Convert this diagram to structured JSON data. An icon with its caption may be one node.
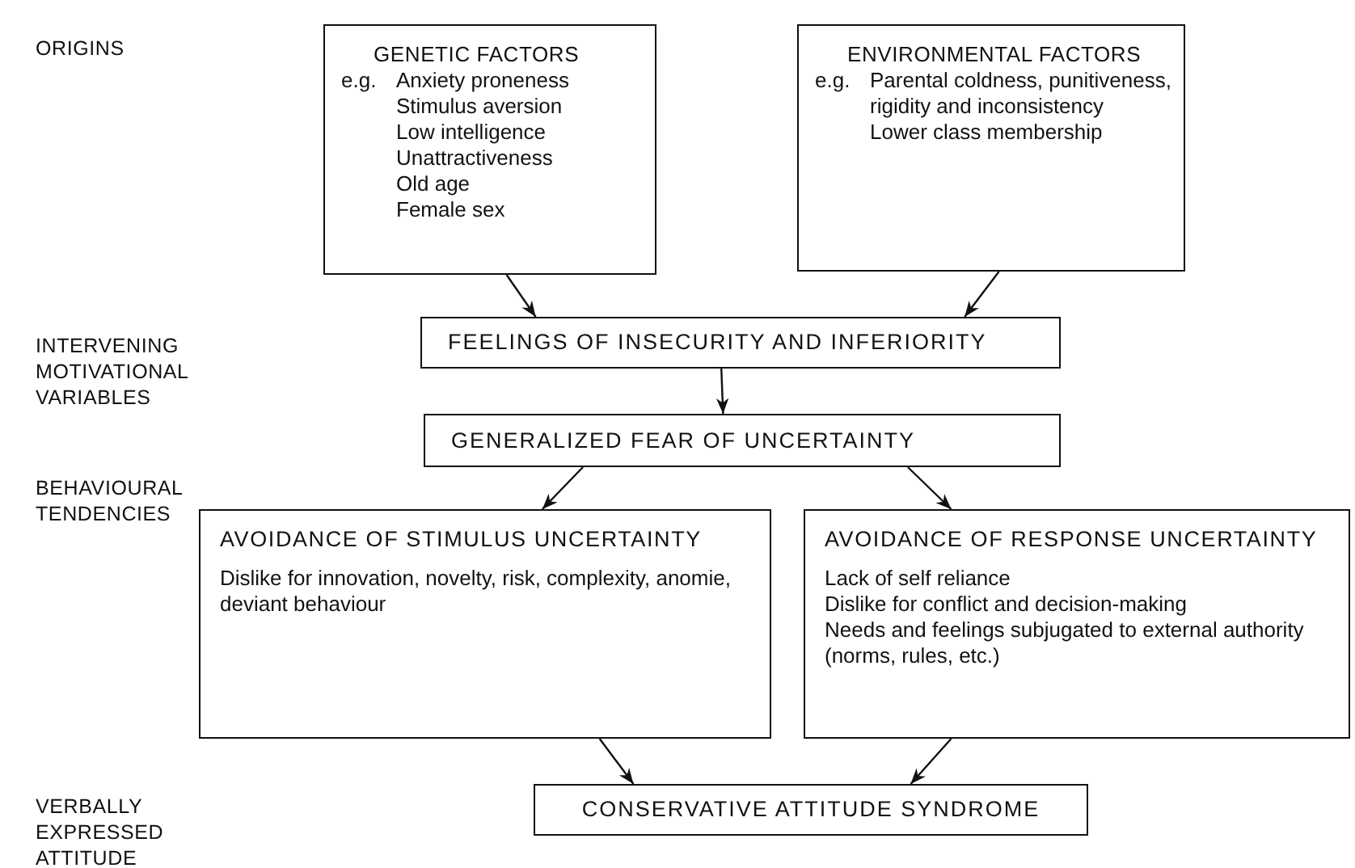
{
  "diagram": {
    "nodes": [
      {
        "text": [
          "GENETIC FACTORS",
          "e.g.",
          "Anxiety proneness",
          "Stimulus aversion",
          "Low intelligence",
          "Unattractiveness",
          "Old age",
          "Female sex"
        ]
      },
      {
        "text": [
          "ENVIRONMENTAL FACTORS",
          "e.g.",
          "Parental coldness, punitiveness, rigidity and inconsistency",
          "Lower class membership"
        ]
      },
      {
        "text": [
          "FEELINGS OF INSECURITY AND INFERIORITY"
        ]
      },
      {
        "text": [
          "GENERALIZED FEAR OF UNCERTAINTY"
        ]
      },
      {
        "text": [
          "AVOIDANCE OF STIMULUS UNCERTAINTY",
          "Dislike for innovation, novelty, risk, complexity, anomie, deviant behaviour"
        ]
      },
      {
        "text": [
          "AVOIDANCE OF RESPONSE UNCERTAINTY",
          "Lack of self reliance",
          "Dislike for conflict and decision-making",
          "Needs and feelings subjugated to external authority (norms, rules, etc.)"
        ]
      },
      {
        "text": [
          "CONSERVATIVE ATTITUDE SYNDROME"
        ]
      }
    ],
    "edges": [
      {
        "from": 0,
        "to": 2,
        "arrow": "to"
      },
      {
        "from": 1,
        "to": 2,
        "arrow": "to"
      },
      {
        "from": 2,
        "to": 3,
        "arrow": "to"
      },
      {
        "from": 3,
        "to": 4,
        "arrow": "to"
      },
      {
        "from": 3,
        "to": 5,
        "arrow": "to"
      },
      {
        "from": 4,
        "to": 6,
        "arrow": "to"
      },
      {
        "from": 5,
        "to": 6,
        "arrow": "to"
      }
    ],
    "labels": [
      "ORIGINS",
      "INTERVENING MOTIVATIONAL VARIABLES",
      "BEHAVIOURAL TENDENCIES",
      "VERBALLY EXPRESSED ATTITUDE"
    ]
  }
}
